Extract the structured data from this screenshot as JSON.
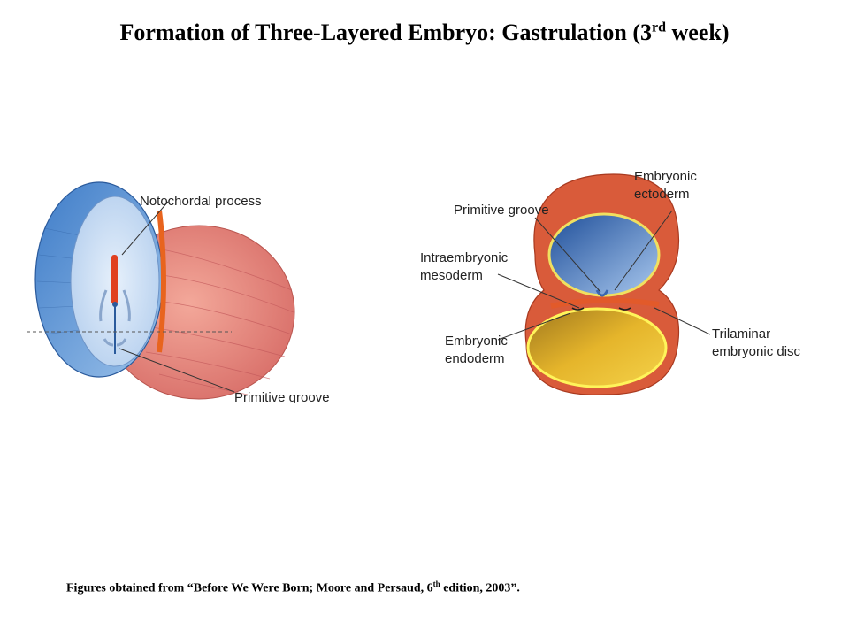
{
  "title": {
    "prefix": "Formation of Three-Layered Embryo: Gastrulation (3",
    "sup": "rd",
    "suffix": " week)"
  },
  "figure_left": {
    "labels": {
      "notochordal_process": "Notochordal process",
      "primitive_groove": "Primitive groove"
    }
  },
  "figure_right": {
    "labels": {
      "primitive_groove": "Primitive groove",
      "embryonic_ectoderm_line1": "Embryonic",
      "embryonic_ectoderm_line2": "ectoderm",
      "intraembryonic_mesoderm_line1": "Intraembryonic",
      "intraembryonic_mesoderm_line2": "mesoderm",
      "embryonic_endoderm_line1": "Embryonic",
      "embryonic_endoderm_line2": "endoderm",
      "trilaminar_disc_line1": "Trilaminar",
      "trilaminar_disc_line2": "embryonic disc"
    }
  },
  "caption": {
    "prefix": "Figures obtained from “Before We Were Born; Moore and Persaud, 6",
    "sup": "th",
    "suffix": " edition, 2003”."
  }
}
